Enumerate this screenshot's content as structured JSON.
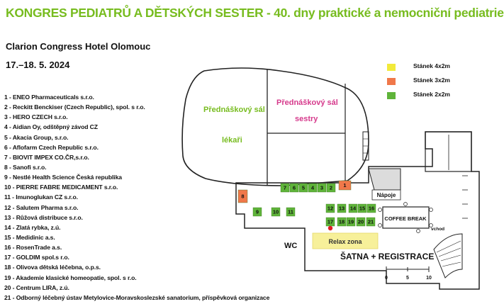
{
  "header": {
    "title": "KONGRES PEDIATRŮ A DĚTSKÝCH SESTER - 40. dny praktické a nemocniční pediatrie",
    "venue": "Clarion Congress Hotel Olomouc",
    "dates": "17.–18. 5. 2024"
  },
  "exhibitors": [
    "1 - ENEO Pharmaceuticals s.r.o.",
    "2 - Reckitt Benckiser (Czech Republic), spol. s r.o.",
    "3 - HERO CZECH s.r.o.",
    "4 - Aidian Oy, odštěpný závod CZ",
    "5 - Akacia Group, s.r.o.",
    "6 - Aflofarm Czech Republic s.r.o.",
    "7 - BIOVIT IMPEX CO.ČR,s.r.o.",
    "8 - Sanofi s.r.o.",
    "9 - Nestlé Health Science Česká republika",
    "10 - PIERRE FABRE MEDICAMENT s.r.o.",
    "11 - Imunoglukan CZ s.r.o.",
    "12 - Salutem Pharma s.r.o.",
    "13 - Růžová distribuce s.r.o.",
    "14 - Zlatá rybka, z.ú.",
    "15 - Medidinic a.s.",
    "16 - RosenTrade a.s.",
    "17 - GOLDIM spol.s r.o.",
    "18 - Olivova dětská léčebna, o.p.s.",
    "19 - Akademie klasické homeopatie, spol. s r.o.",
    "20 - Centrum LIRA, z.ú.",
    "21 - Odborný léčebný ústav Metylovice-Moravskoslezské sanatorium, příspěvková organizace"
  ],
  "legend": [
    {
      "label": "Stánek 4x2m",
      "color": "#f2ea3a"
    },
    {
      "label": "Stánek 3x2m",
      "color": "#f0784a"
    },
    {
      "label": "Stánek 2x2m",
      "color": "#5fb43a"
    }
  ],
  "map": {
    "hall_doctors": {
      "line1": "Přednáškový sál",
      "line2": "lékaři",
      "color": "#77bc1f"
    },
    "hall_nurses": {
      "line1": "Přednáškový sál",
      "line2": "sestry",
      "color": "#d63a8c"
    },
    "napoje": "Nápoje",
    "coffee_break": "COFFEE BREAK",
    "vchod": "vchod",
    "wc": "WC",
    "relax_zone": "Relax zona",
    "satna": "ŠATNA + REGISTRACE",
    "scale": {
      "labels": [
        "0",
        "5",
        "10"
      ]
    },
    "booths": [
      {
        "num": "1",
        "size": "3x2"
      },
      {
        "num": "2",
        "size": "2x2"
      },
      {
        "num": "3",
        "size": "2x2"
      },
      {
        "num": "4",
        "size": "2x2"
      },
      {
        "num": "5",
        "size": "2x2"
      },
      {
        "num": "6",
        "size": "2x2"
      },
      {
        "num": "7",
        "size": "2x2"
      },
      {
        "num": "8",
        "size": "3x2"
      },
      {
        "num": "9",
        "size": "2x2"
      },
      {
        "num": "10",
        "size": "2x2"
      },
      {
        "num": "11",
        "size": "2x2"
      },
      {
        "num": "12",
        "size": "2x2"
      },
      {
        "num": "13",
        "size": "2x2"
      },
      {
        "num": "14",
        "size": "2x2"
      },
      {
        "num": "15",
        "size": "2x2"
      },
      {
        "num": "16",
        "size": "2x2"
      },
      {
        "num": "17",
        "size": "2x2"
      },
      {
        "num": "18",
        "size": "2x2"
      },
      {
        "num": "19",
        "size": "2x2"
      },
      {
        "num": "20",
        "size": "2x2"
      },
      {
        "num": "21",
        "size": "2x2"
      }
    ]
  }
}
